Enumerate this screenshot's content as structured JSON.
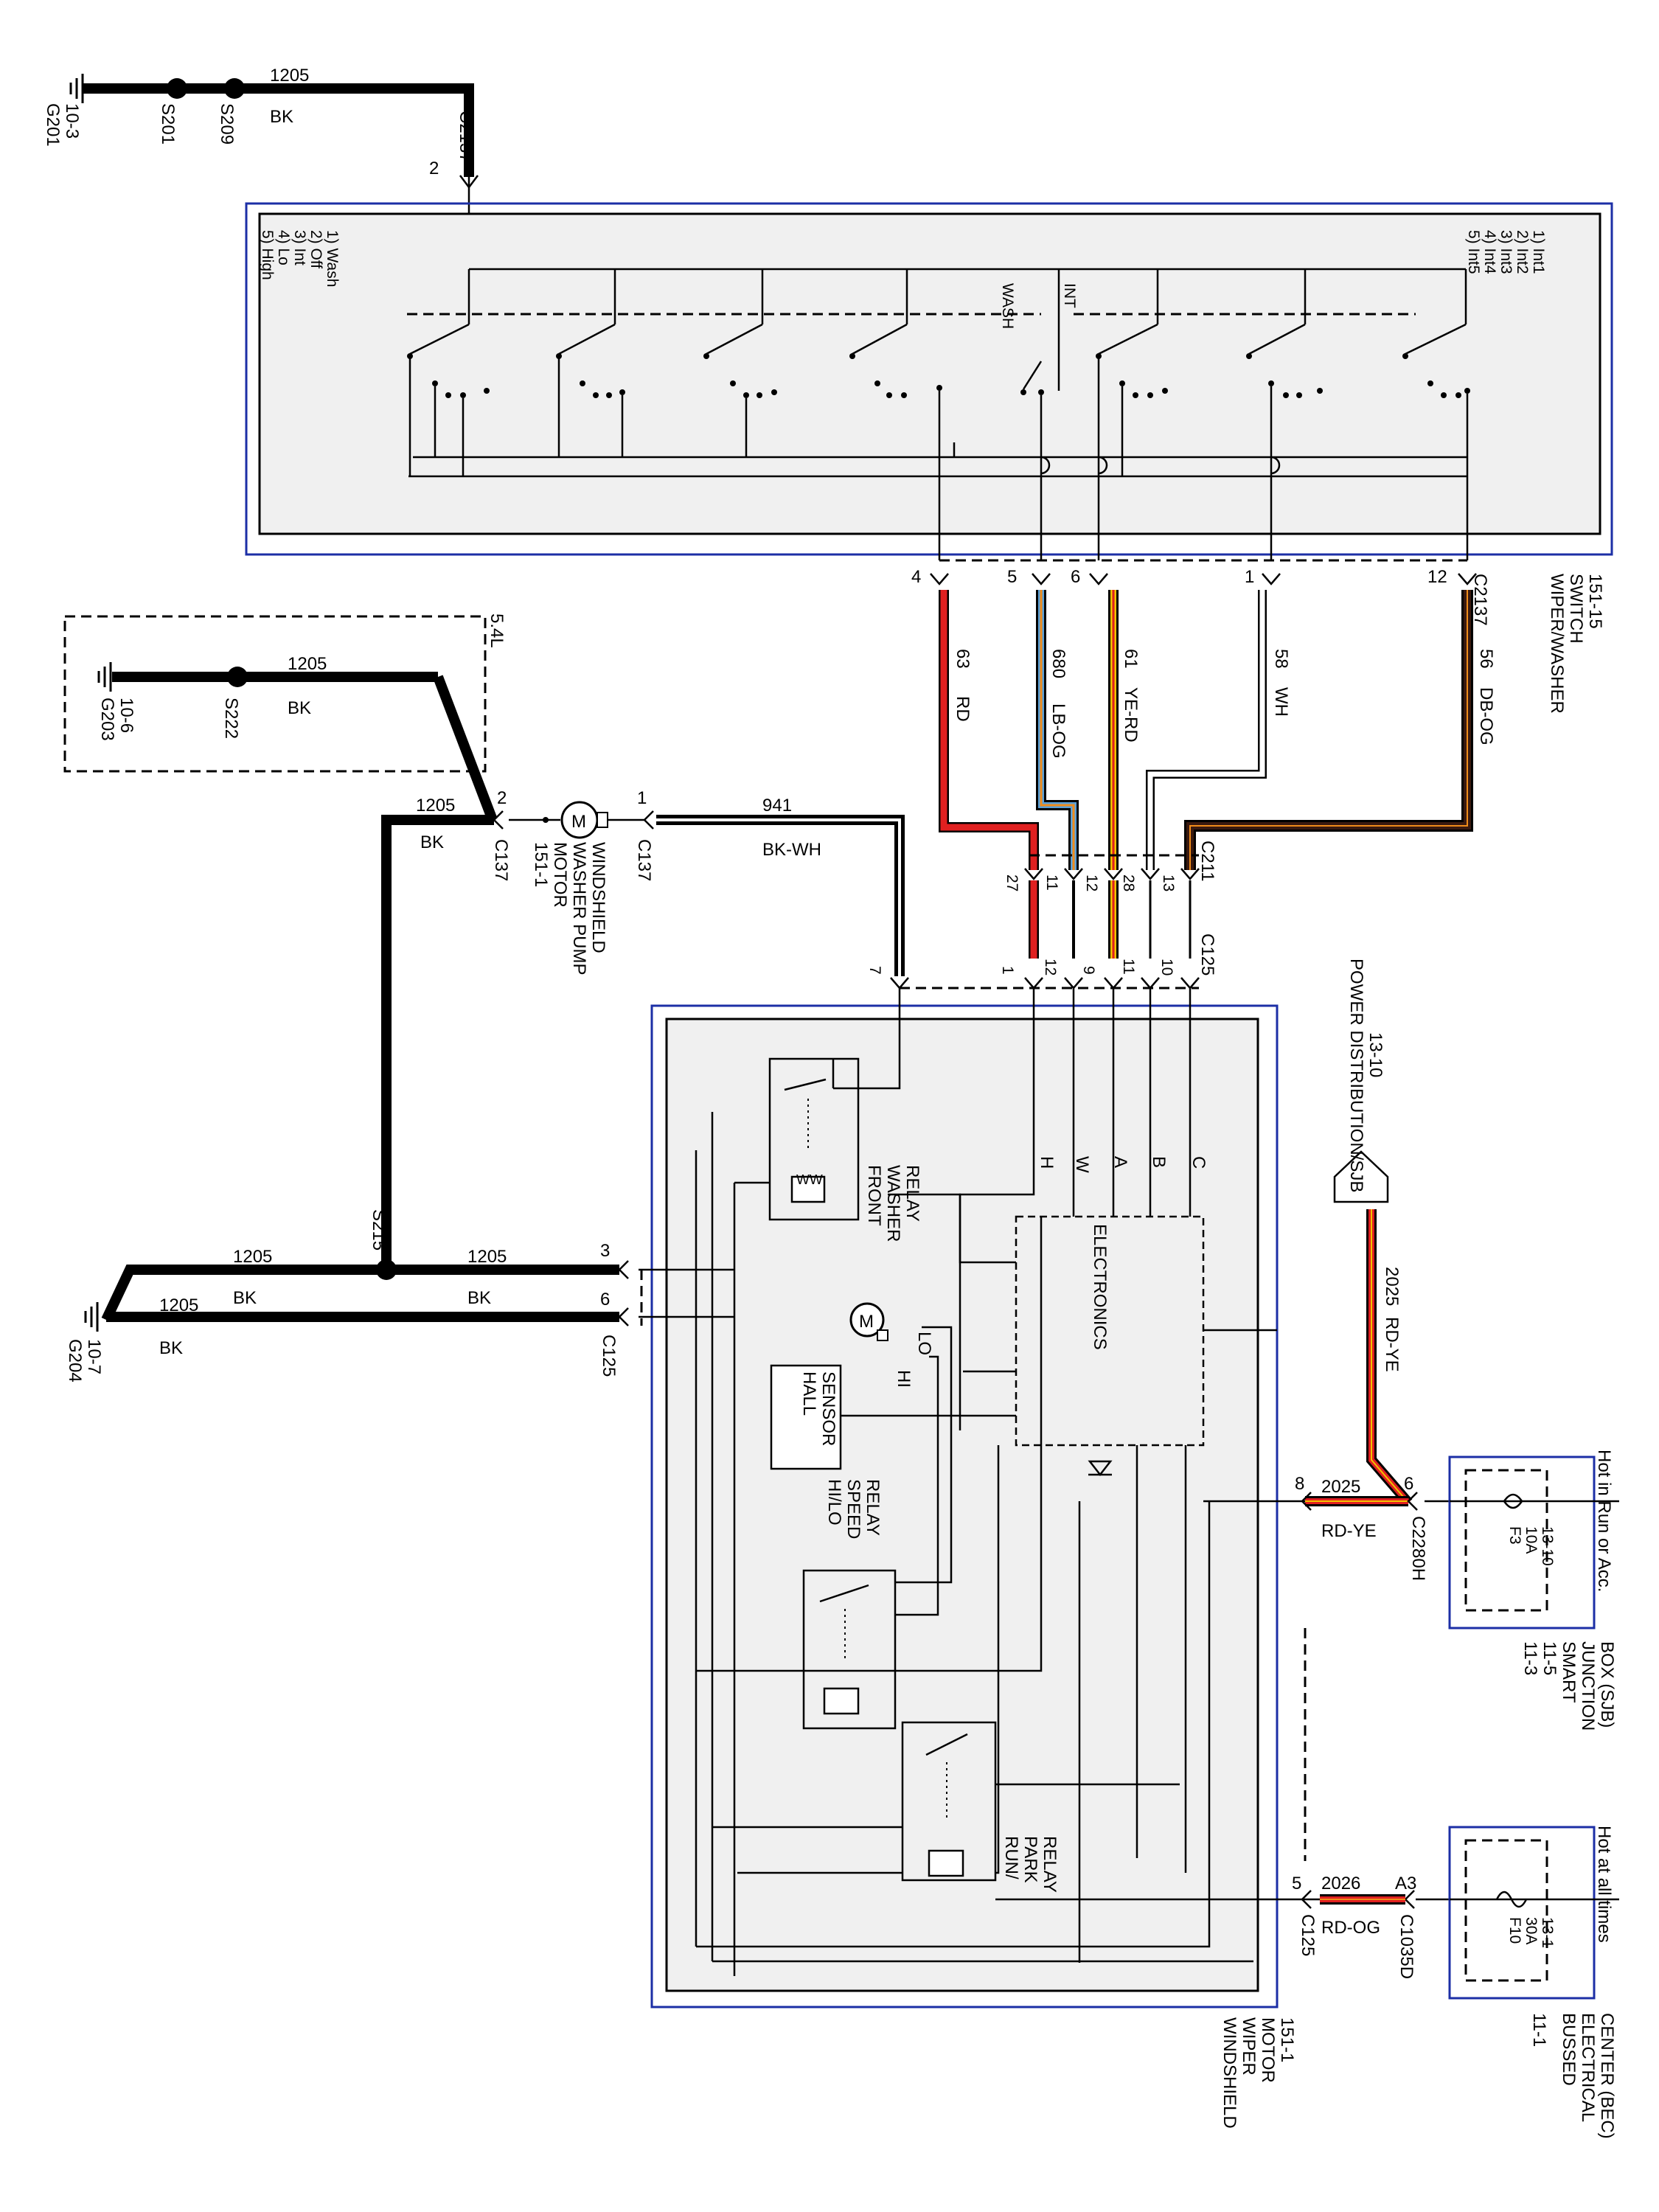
{
  "grounds": [
    {
      "id": "G201",
      "page": "10-3"
    },
    {
      "id": "G203",
      "page": "10-6"
    },
    {
      "id": "G204",
      "page": "10-7"
    }
  ],
  "splices": [
    "S201",
    "S209",
    "S222",
    "S215"
  ],
  "switch": {
    "name": "WIPER/WASHER",
    "name2": "SWITCH",
    "page": "151-15",
    "positions_left": [
      "1) Wash",
      "2) Off",
      "3) Int",
      "4) Lo",
      "5) High"
    ],
    "positions_right": [
      "1) Int1",
      "2) Int2",
      "3) Int3",
      "4) Int4",
      "5) Int5"
    ],
    "mode_wash": "WASH",
    "mode_int": "INT",
    "contact_numbers": [
      "1",
      "2",
      "3",
      "4",
      "5"
    ]
  },
  "connectors": {
    "c2137": "C2137",
    "c137": "C137",
    "c211": "C211",
    "c125": "C125",
    "c2280h": "C2280H",
    "c1035d": "C1035D"
  },
  "pins": {
    "c2137_top": "2",
    "c2137_row": [
      "4",
      "5",
      "6",
      "1",
      "12"
    ],
    "c211_row": [
      "27",
      "11",
      "12",
      "28",
      "13"
    ],
    "c125_row": [
      "7",
      "1",
      "12",
      "9",
      "11",
      "10"
    ],
    "c137_2": "2",
    "c137_1": "1",
    "c125_ground_3": "3",
    "c125_ground_6": "6",
    "c2280h_8": "8",
    "c2280h_6": "6",
    "c125_5": "5",
    "c1035d_a3": "A3"
  },
  "wires": [
    {
      "circuit": "1205",
      "color": "BK"
    },
    {
      "circuit": "63",
      "color": "RD"
    },
    {
      "circuit": "680",
      "color": "LB-OG"
    },
    {
      "circuit": "61",
      "color": "YE-RD"
    },
    {
      "circuit": "58",
      "color": "WH"
    },
    {
      "circuit": "56",
      "color": "DB-OG"
    },
    {
      "circuit": "941",
      "color": "BK-WH"
    },
    {
      "circuit": "2025",
      "color": "RD-YE"
    },
    {
      "circuit": "2026",
      "color": "RD-OG"
    }
  ],
  "engine_option": "5.4L",
  "washer_pump": {
    "l1": "WINDSHIELD",
    "l2": "WASHER PUMP",
    "l3": "MOTOR",
    "page": "151-1"
  },
  "wiper_motor": {
    "l1": "WINDSHIELD",
    "l2": "WIPER",
    "l3": "MOTOR",
    "page": "151-1"
  },
  "wiper_internal": {
    "electronics": "ELECTRONICS",
    "terminals": [
      "H",
      "W",
      "A",
      "B",
      "C"
    ],
    "front_washer_relay": [
      "FRONT",
      "WASHER",
      "RELAY"
    ],
    "hall_sensor": [
      "HALL",
      "SENSOR"
    ],
    "hilo_relay": [
      "HI/LO",
      "SPEED",
      "RELAY"
    ],
    "run_park_relay": [
      "RUN/",
      "PARK",
      "RELAY"
    ],
    "lo": "LO",
    "hi": "HI"
  },
  "power_dist": {
    "l1": "POWER DISTRIBUTION/SJB",
    "page": "13-10"
  },
  "sjb": {
    "hot": "Hot in Run or Acc.",
    "fuse": "F3",
    "amps": "10A",
    "page": "13-10",
    "l1": "SMART",
    "l2": "JUNCTION",
    "l3": "BOX (SJB)",
    "p1": "11-3",
    "p2": "11-5"
  },
  "bec": {
    "hot": "Hot at all times",
    "fuse": "F10",
    "amps": "30A",
    "page": "13-1",
    "l1": "BUSSED",
    "l2": "ELECTRICAL",
    "l3": "CENTER (BEC)",
    "p1": "11-1"
  },
  "colors": {
    "box_border": "#1c2fa6",
    "box_fill": "#f0f0f0",
    "red": "#e02020",
    "yellow": "#f2c200",
    "light_blue": "#5aa0d8",
    "orange": "#f08c1a",
    "dark_brown": "#3a1a10"
  }
}
